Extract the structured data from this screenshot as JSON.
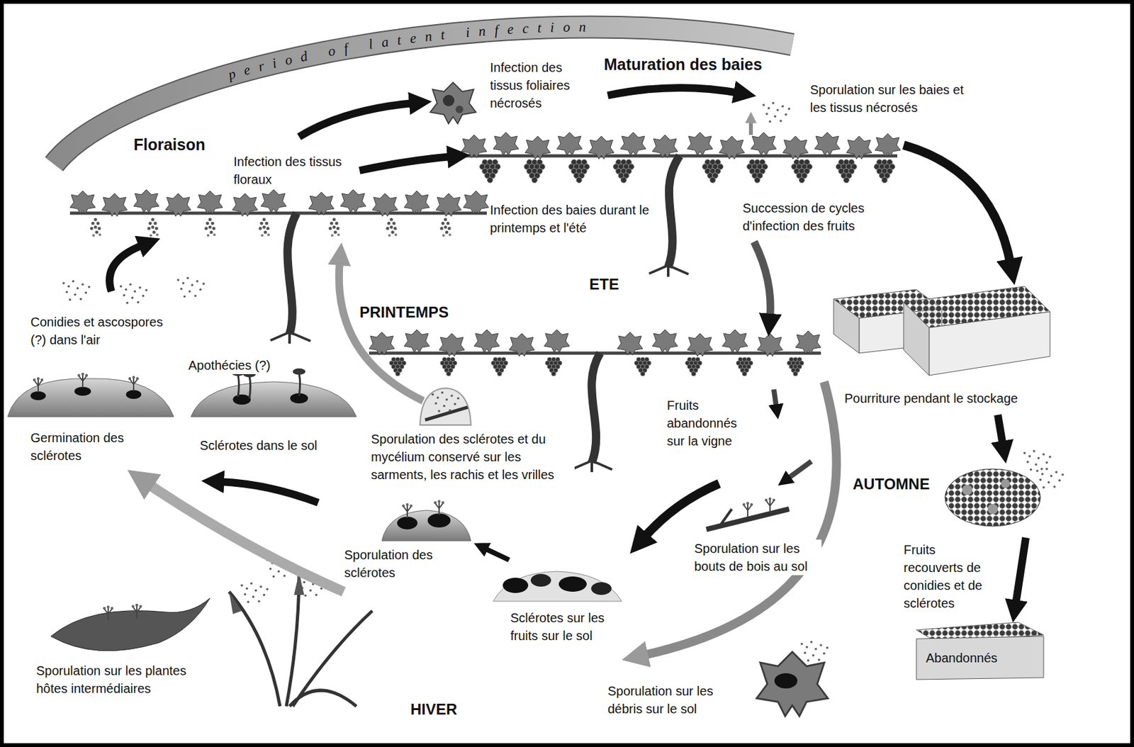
{
  "diagram": {
    "labels": [
      "period of latent infection",
      "Maturation des baies",
      "Infection des tissus foliaires nécrosés",
      "Floraison",
      "Infection des tissus floraux",
      "Sporulation sur les baies et les tissus nécrosés",
      "Infection des baies durant le printemps et l'été",
      "Succession de cycles d'infection des fruits",
      "ETE",
      "PRINTEMPS",
      "Conidies et ascospores (?) dans l'air",
      "Apothécies (?)",
      "Pourriture pendant le stockage",
      "Germination des sclérotes",
      "Sclérotes dans le sol",
      "Sporulation des sclérotes et du mycélium conservé sur les sarments, les rachis et les vrilles",
      "Fruits abandonnés sur la vigne",
      "AUTOMNE",
      "Sporulation des sclérotes",
      "Sporulation sur les bouts de bois au sol",
      "Fruits recouverts de conidies et de sclérotes",
      "Sclérotes sur les fruits sur le sol",
      "Abandonnés",
      "Sporulation sur les plantes hôtes intermédiaires",
      "HIVER",
      "Sporulation sur les débris sur le sol"
    ]
  }
}
